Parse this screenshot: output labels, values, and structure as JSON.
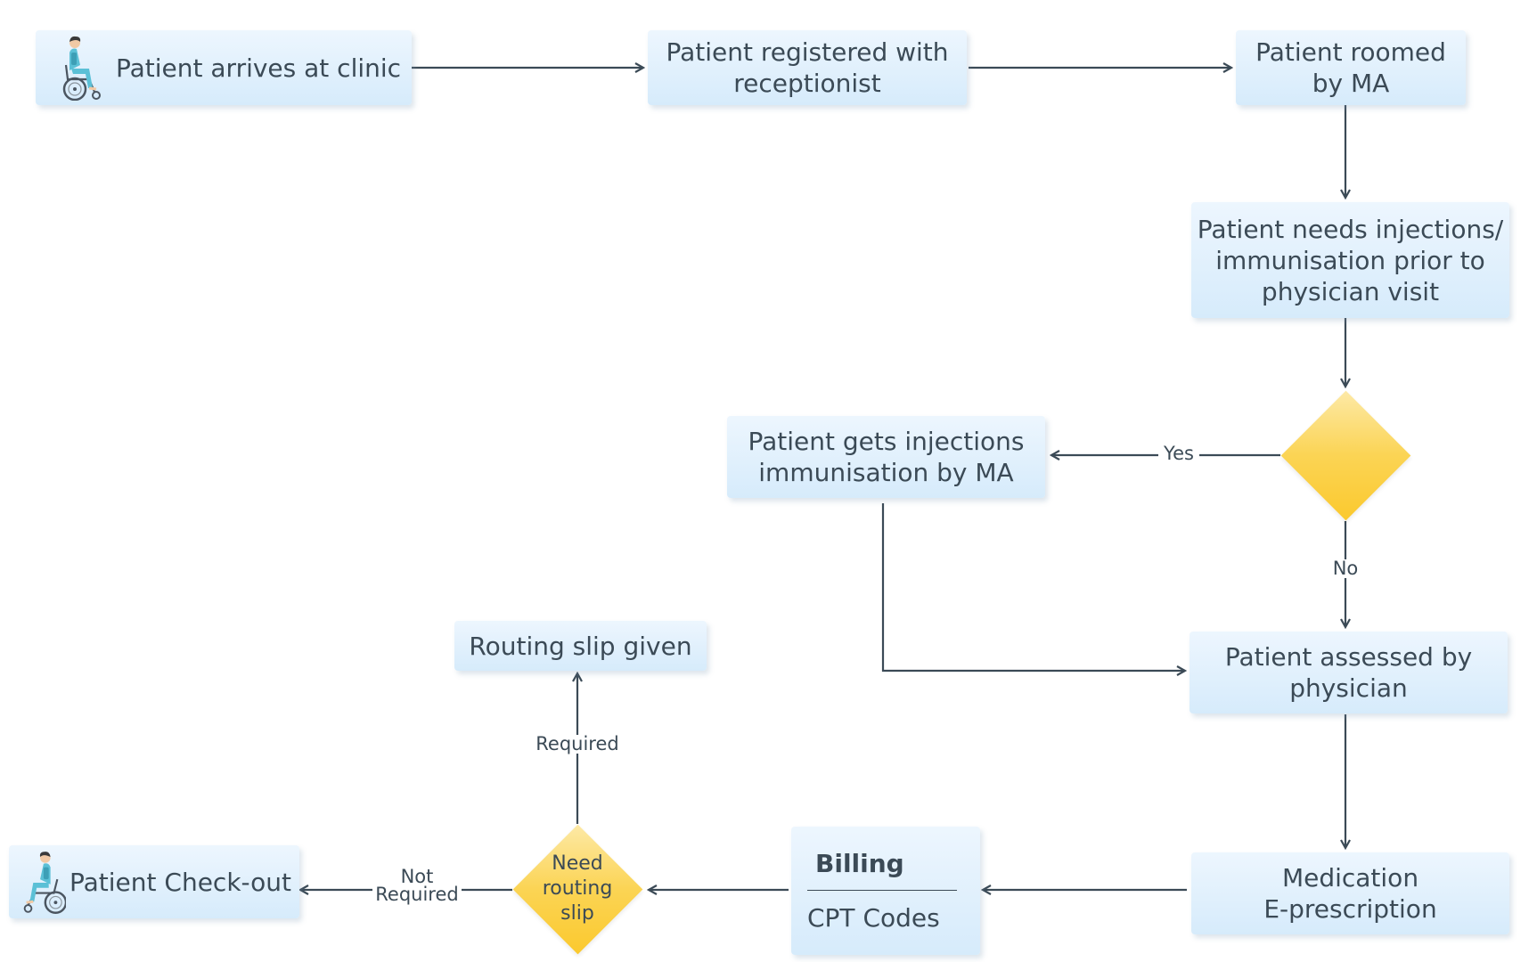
{
  "nodes": {
    "arrive": "Patient arrives at clinic",
    "register": "Patient registered with\nreceptionist",
    "roomed": "Patient roomed\nby MA",
    "needs": "Patient needs injections/\nimmunisation prior to\nphysician visit",
    "gets": "Patient gets injections\nimmunisation by MA",
    "assessed": "Patient assessed by\nphysician",
    "medication": "Medication\nE-prescription",
    "billing_title": "Billing",
    "billing_body": "CPT Codes",
    "routing": "Routing slip given",
    "checkout": "Patient Check-out"
  },
  "decisions": {
    "injection_decision": "",
    "routing_decision": "Need\nrouting\nslip"
  },
  "edge_labels": {
    "yes": "Yes",
    "no": "No",
    "required": "Required",
    "not_required": "Not\nRequired"
  },
  "icons": {
    "arrive": "wheelchair-patient-icon",
    "checkout": "wheelchair-patient-icon"
  },
  "colors": {
    "node_fill": "#deeffc",
    "decision_fill": "#fbd454",
    "line": "#3b4a56"
  }
}
